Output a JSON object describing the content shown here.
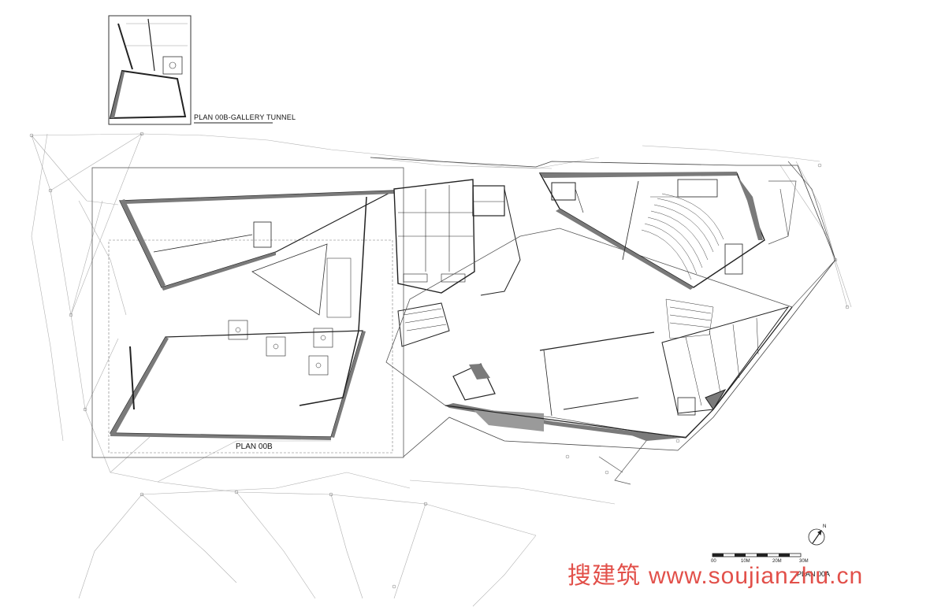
{
  "drawing": {
    "inset_title": "PLAN 00B-GALLERY TUNNEL",
    "plan_00b_label": "PLAN 00B",
    "plan_00a_label": "PLAN 00A",
    "north_label": "N",
    "scale_bar": [
      "00",
      "10M",
      "20M",
      "30M"
    ]
  },
  "watermark": {
    "cn": "搜建筑",
    "url": "www.soujianzhu.cn"
  },
  "colors": {
    "line": "#2a2a2a",
    "thin_line": "#9a9a9a",
    "wall_fill": "#7a7a7a",
    "watermark": "#e2504a"
  }
}
